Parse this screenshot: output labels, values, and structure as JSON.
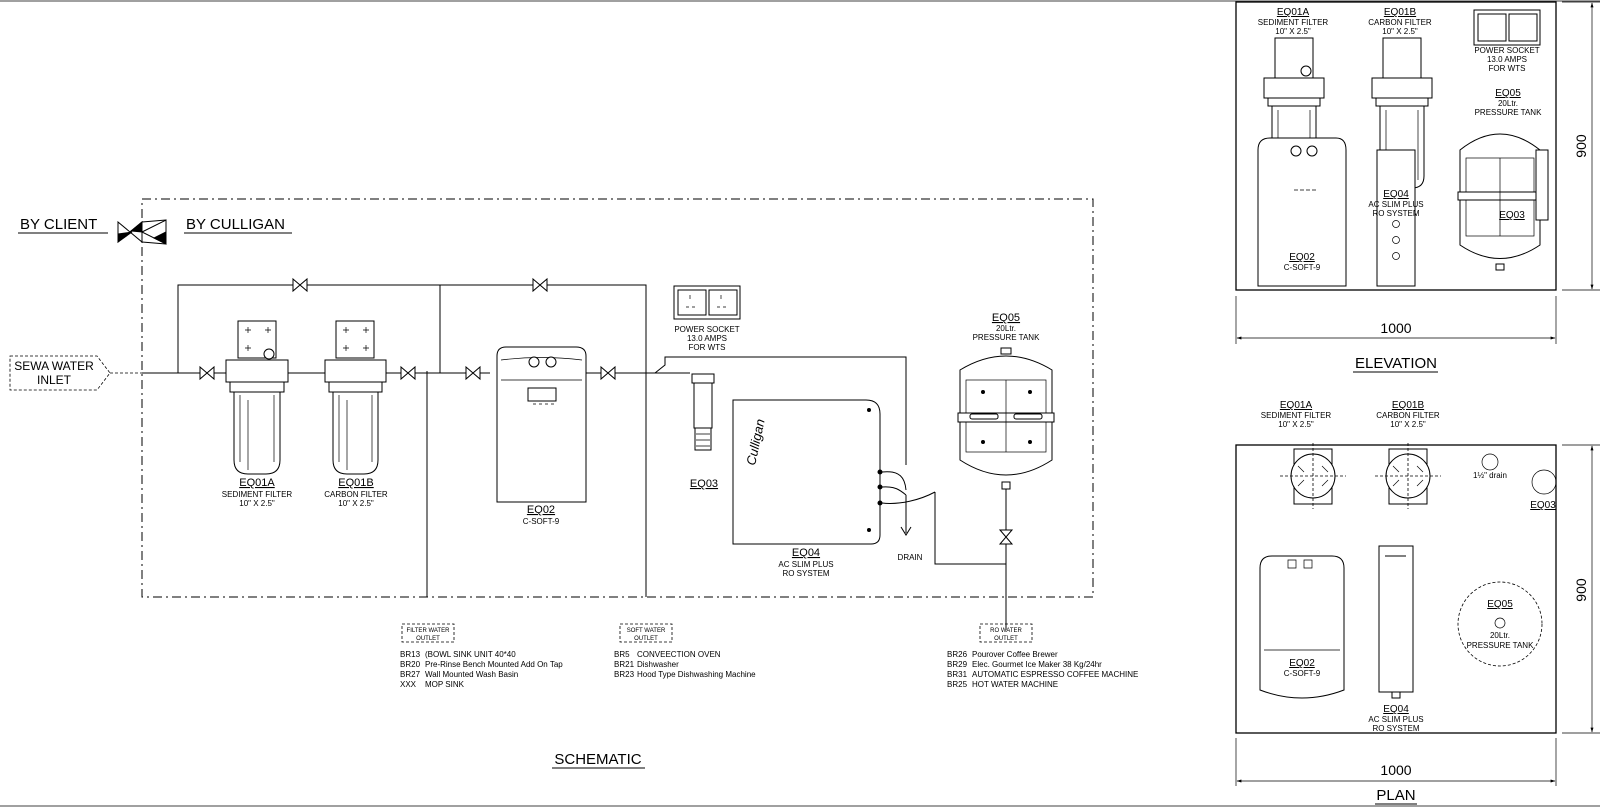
{
  "header": {
    "by_client": "BY  CLIENT",
    "by_culligan": "BY  CULLIGAN"
  },
  "inlet": {
    "line1": "SEWA WATER",
    "line2": "INLET"
  },
  "schematic": {
    "eq01a": {
      "tag": "EQ01A",
      "name": "SEDIMENT FILTER",
      "size": "10\" X 2.5\""
    },
    "eq01b": {
      "tag": "EQ01B",
      "name": "CARBON FILTER",
      "size": "10\" X 2.5\""
    },
    "eq02": {
      "tag": "EQ02",
      "name": "C-SOFT-9"
    },
    "eq03": {
      "tag": "EQ03"
    },
    "eq04": {
      "tag": "EQ04",
      "name": "AC SLIM PLUS",
      "sub": "RO SYSTEM",
      "brand": "Culligan"
    },
    "eq05": {
      "tag": "EQ05",
      "cap": "20Ltr.",
      "name": "PRESSURE TANK"
    },
    "socket": {
      "l1": "POWER SOCKET",
      "l2": "13.0 AMPS",
      "l3": "FOR WTS"
    },
    "drain": "DRAIN",
    "title": "SCHEMATIC"
  },
  "outlets": [
    {
      "tag1": "FILTER WATER",
      "tag2": "OUTLET",
      "items": [
        {
          "code": "BR13",
          "desc": "(BOWL SINK UNIT 40*40"
        },
        {
          "code": "BR20",
          "desc": "Pre-Rinse Bench Mounted Add On Tap"
        },
        {
          "code": "BR27",
          "desc": "Wall Mounted Wash Basin"
        },
        {
          "code": "XXX",
          "desc": "MOP SINK"
        }
      ]
    },
    {
      "tag1": "SOFT WATER",
      "tag2": "OUTLET",
      "items": [
        {
          "code": "BR5",
          "desc": "CONVEECTION OVEN"
        },
        {
          "code": "BR21",
          "desc": "Dishwasher"
        },
        {
          "code": "BR23",
          "desc": "Hood Type Dishwashing Machine"
        }
      ]
    },
    {
      "tag1": "RO WATER",
      "tag2": "OUTLET",
      "items": [
        {
          "code": "BR26",
          "desc": "Pourover Coffee Brewer"
        },
        {
          "code": "BR29",
          "desc": "Elec. Gourmet Ice Maker 38 Kg/24hr"
        },
        {
          "code": "BR31",
          "desc": "AUTOMATIC ESPRESSO COFFEE MACHINE"
        },
        {
          "code": "BR25",
          "desc": "HOT WATER MACHINE"
        }
      ]
    }
  ],
  "elevation": {
    "eq01a": {
      "tag": "EQ01A",
      "name": "SEDIMENT FILTER",
      "size": "10\" X 2.5\""
    },
    "eq01b": {
      "tag": "EQ01B",
      "name": "CARBON FILTER",
      "size": "10\" X 2.5\""
    },
    "socket": {
      "l1": "POWER SOCKET",
      "l2": "13.0 AMPS",
      "l3": "FOR WTS"
    },
    "eq05": {
      "tag": "EQ05",
      "cap": "20Ltr.",
      "name": "PRESSURE TANK"
    },
    "eq04": {
      "tag": "EQ04",
      "name": "AC SLIM PLUS",
      "sub": "RO SYSTEM"
    },
    "eq03": {
      "tag": "EQ03"
    },
    "eq02": {
      "tag": "EQ02",
      "name": "C-SOFT-9"
    },
    "dim_w": "1000",
    "dim_h": "900",
    "title": "ELEVATION"
  },
  "plan": {
    "eq01a": {
      "tag": "EQ01A",
      "name": "SEDIMENT FILTER",
      "size": "10\" X 2.5\""
    },
    "eq01b": {
      "tag": "EQ01B",
      "name": "CARBON FILTER",
      "size": "10\" X 2.5\""
    },
    "drain": "1½\" drain",
    "eq03": {
      "tag": "EQ03"
    },
    "eq02": {
      "tag": "EQ02",
      "name": "C-SOFT-9"
    },
    "eq04": {
      "tag": "EQ04",
      "name": "AC SLIM PLUS",
      "sub": "RO SYSTEM"
    },
    "eq05": {
      "tag": "EQ05",
      "cap": "20Ltr.",
      "name": "PRESSURE TANK"
    },
    "dim_w": "1000",
    "dim_h": "900",
    "title": "PLAN"
  }
}
